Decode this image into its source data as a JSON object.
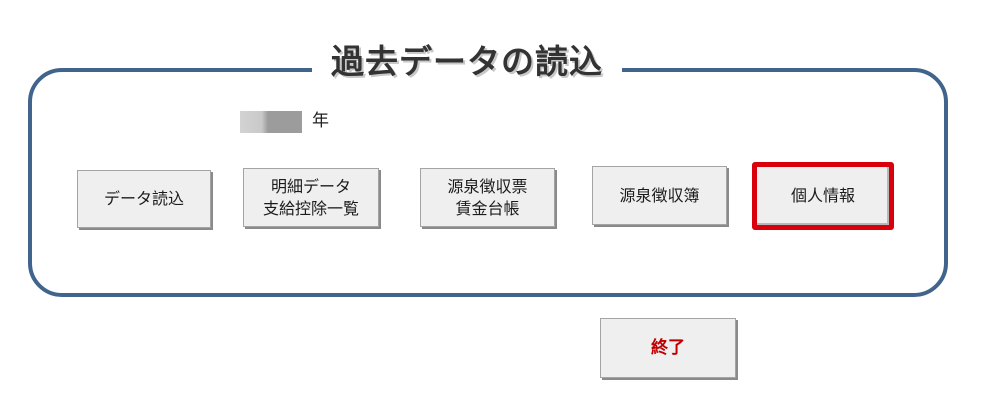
{
  "header": {
    "title": "過去データの読込"
  },
  "year": {
    "label": "年"
  },
  "buttons": {
    "data_read": "データ読込",
    "meisai_line1": "明細データ",
    "meisai_line2": "支給控除一覧",
    "gensen_line1": "源泉徴収票",
    "gensen_line2": "賃金台帳",
    "gensen_bo": "源泉徴収簿",
    "kojin": "個人情報",
    "exit": "終了"
  },
  "colors": {
    "frame": "#41648d",
    "highlight": "#d9000c",
    "exit_text": "#c00000"
  }
}
